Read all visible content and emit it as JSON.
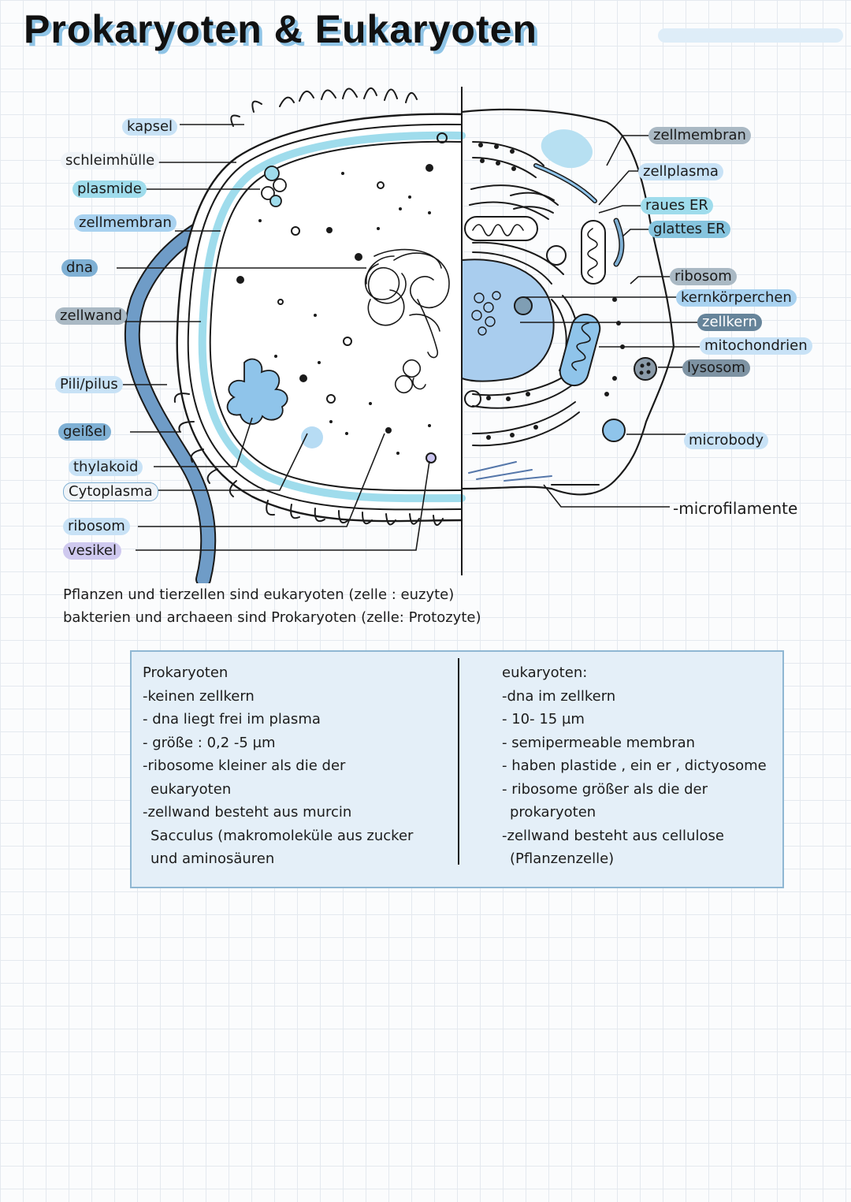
{
  "title": "Prokaryoten & Eukaryoten",
  "labels": {
    "kapsel": "kapsel",
    "schleimhuelle": "schleimhülle",
    "plasmide": "plasmide",
    "zellmembran_left": "zellmembran",
    "dna": "dna",
    "zellwand": "zellwand",
    "pili": "Pili/pilus",
    "geissel": "geißel",
    "thylakoid": "thylakoid",
    "cytoplasma": "Cytoplasma",
    "ribosom_left": "ribosom",
    "vesikel": "vesikel",
    "zellmembran_right": "zellmembran",
    "zellplasma": "zellplasma",
    "raues_er": "raues ER",
    "glattes_er": "glattes ER",
    "ribosom_right": "ribosom",
    "kernkoerperchen": "kernkörperchen",
    "zellkern": "zellkern",
    "mitochondrien": "mitochondrien",
    "lysosom": "lysosom",
    "microbody": "microbody",
    "microfilamente": "-microfilamente"
  },
  "notes": [
    "Pflanzen und tierzellen sind eukaryoten (zelle : euzyte)",
    "bakterien und archaeen sind Prokaryoten (zelle: Protozyte)"
  ],
  "comparison": {
    "left": [
      "Prokaryoten",
      "-keinen zellkern",
      "- dna liegt frei im plasma",
      "- größe : 0,2 -5 µm",
      "-ribosome kleiner als die der",
      "eukaryoten",
      "-zellwand besteht aus murcin",
      "Sacculus (makromoleküle aus zucker",
      "und aminosäuren"
    ],
    "right": [
      "eukaryoten:",
      "-dna im zellkern",
      "- 10- 15 µm",
      "- semipermeable membran",
      "- haben plastide , ein er , dictyosome",
      "- ribosome größer als die der",
      "prokaryoten",
      "-zellwand besteht aus cellulose",
      "(Pflanzenzelle)"
    ]
  },
  "colors": {
    "accent_light_blue": "#c8e2f6",
    "accent_cyan": "#9fdcec",
    "accent_medium_blue": "#7fb0d4",
    "flagellum_blue": "#6f9cc7",
    "nucleus_blue": "#a9cdee",
    "box_fill": "#e4eff8",
    "box_border": "#8fb7d3"
  }
}
